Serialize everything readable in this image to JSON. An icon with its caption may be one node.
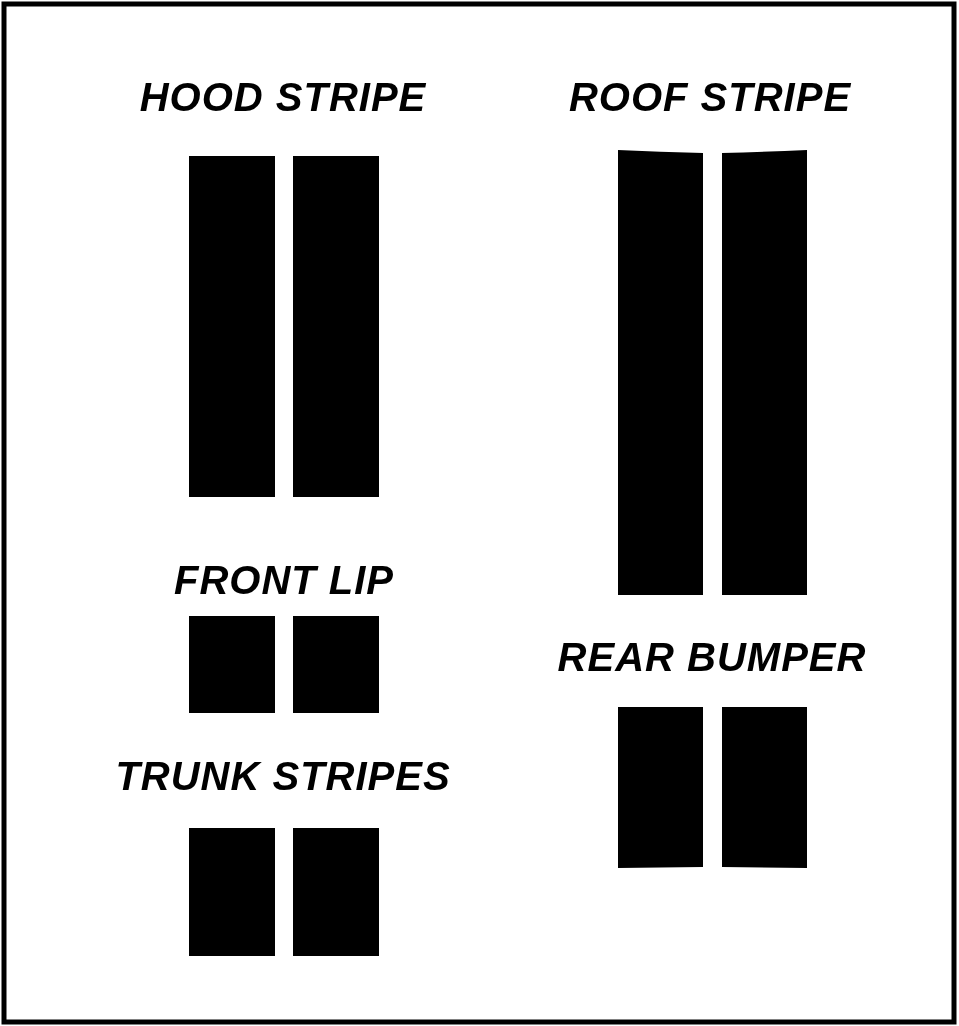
{
  "diagram": {
    "labels": [
      "HOOD STRIPE",
      "ROOF STRIPE",
      "FRONT LIP",
      "REAR BUMPER",
      "TRUNK STRIPES"
    ]
  }
}
